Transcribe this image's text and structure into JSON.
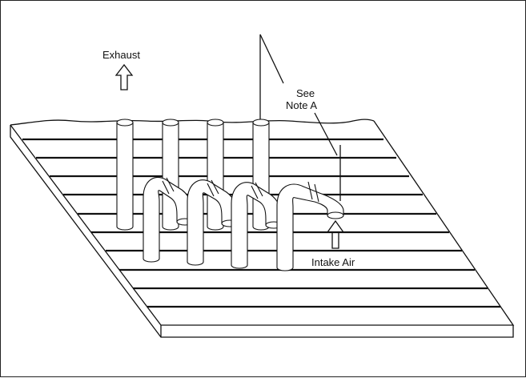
{
  "labels": {
    "exhaust": "Exhaust",
    "see": "See",
    "note_a": "Note A",
    "intake_air": "Intake Air"
  }
}
